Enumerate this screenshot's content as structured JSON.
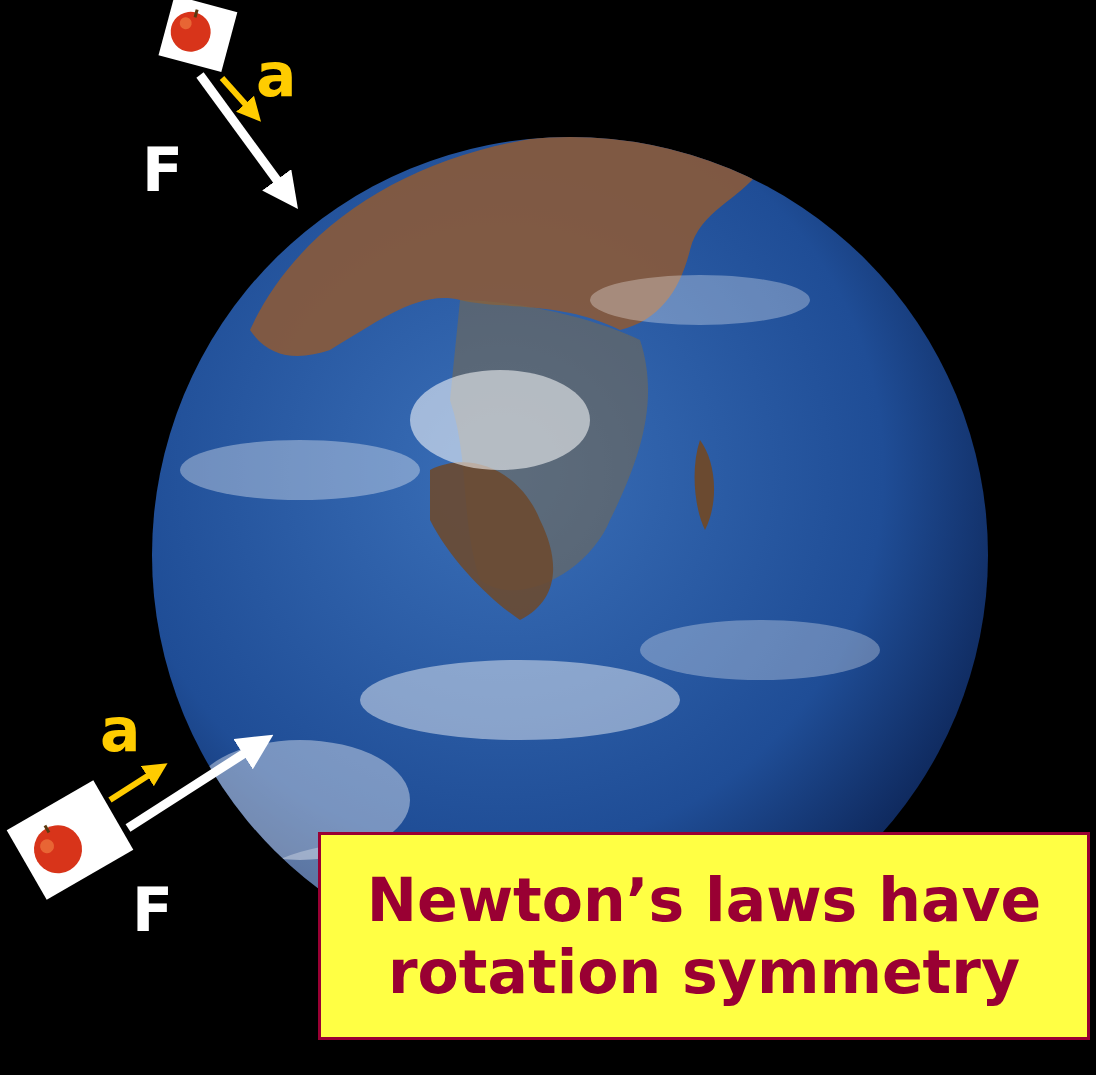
{
  "diagram": {
    "nodes": [
      {
        "text": [
          "Newton’s laws have rotation symmetry"
        ]
      }
    ],
    "labels": [
      "a",
      "F",
      "a",
      "F"
    ]
  }
}
